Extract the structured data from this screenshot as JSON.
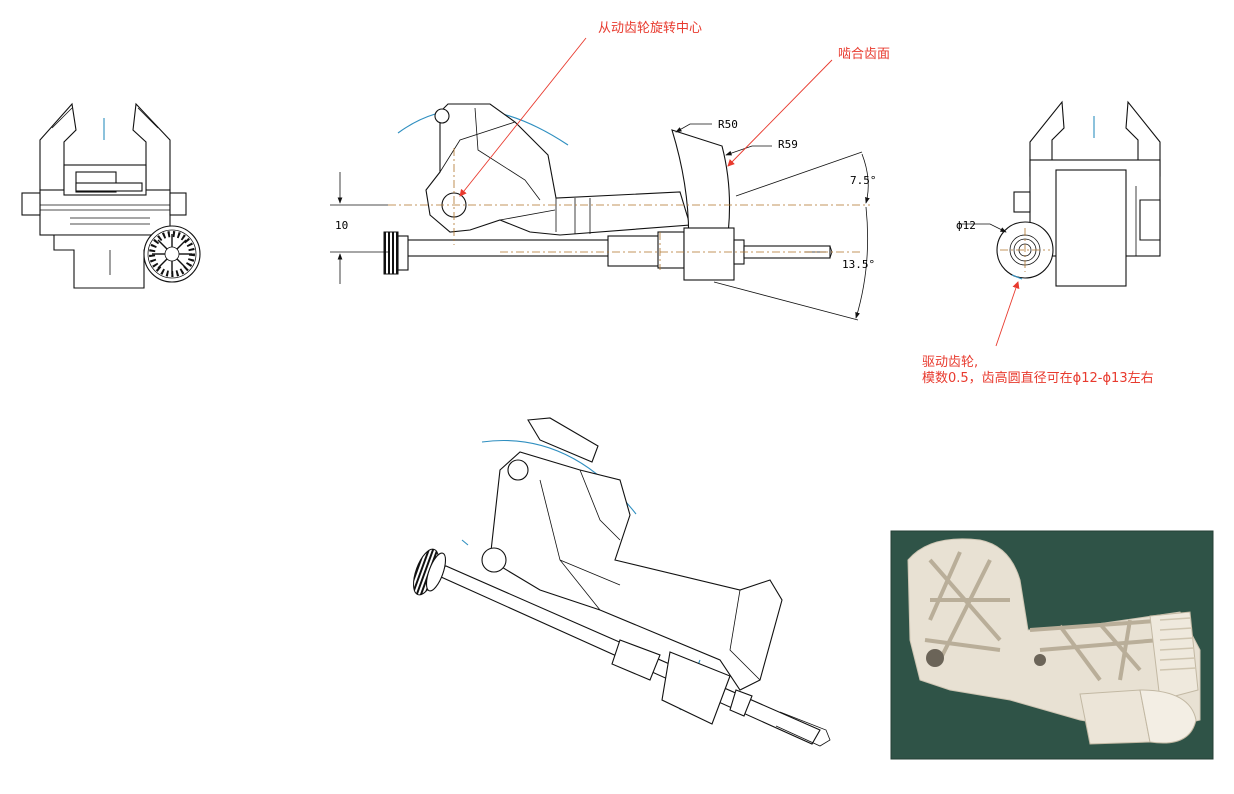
{
  "colors": {
    "annotation": "#e83a2e",
    "line": "#111111",
    "centerline": "#b0742a",
    "blue_curve": "#2f8fc0"
  },
  "annotations": {
    "driven_gear_center": "从动齿轮旋转中心",
    "mesh_face": "啮合齿面",
    "drive_gear_line1": "驱动齿轮,",
    "drive_gear_line2": "模数0.5，齿高圆直径可在ϕ12-ϕ13左右"
  },
  "dimensions": {
    "r50": "R50",
    "r59": "R59",
    "angle1": "7.5°",
    "angle2": "13.5°",
    "offset": "10",
    "dia": "ϕ12"
  }
}
